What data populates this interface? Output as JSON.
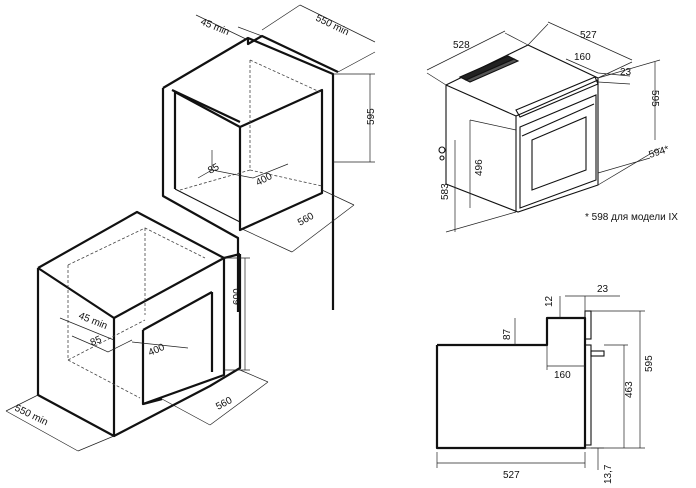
{
  "upper_cabinet": {
    "dims": {
      "setback": "45 min",
      "depth": "550 min",
      "height": "595",
      "cutout_depth": "85",
      "inner_width": "400",
      "width": "560"
    }
  },
  "lower_cabinet": {
    "dims": {
      "setback": "45 min",
      "depth": "550 min",
      "height": "600",
      "cutout_depth": "85",
      "inner_width": "400",
      "width": "560"
    }
  },
  "oven_iso": {
    "dims": {
      "depth": "528",
      "width": "527",
      "panel_depth": "160",
      "front_thickness": "23",
      "height": "595",
      "width_front": "594*",
      "body_height": "583",
      "door_height": "496"
    },
    "footnote": "* 598 для модели IX"
  },
  "oven_side": {
    "dims": {
      "door_gap": "12",
      "front_thickness": "23",
      "top_step": "87",
      "panel_depth": "160",
      "height": "595",
      "door_height": "463",
      "depth": "527",
      "bottom_offset": "13,7"
    }
  }
}
